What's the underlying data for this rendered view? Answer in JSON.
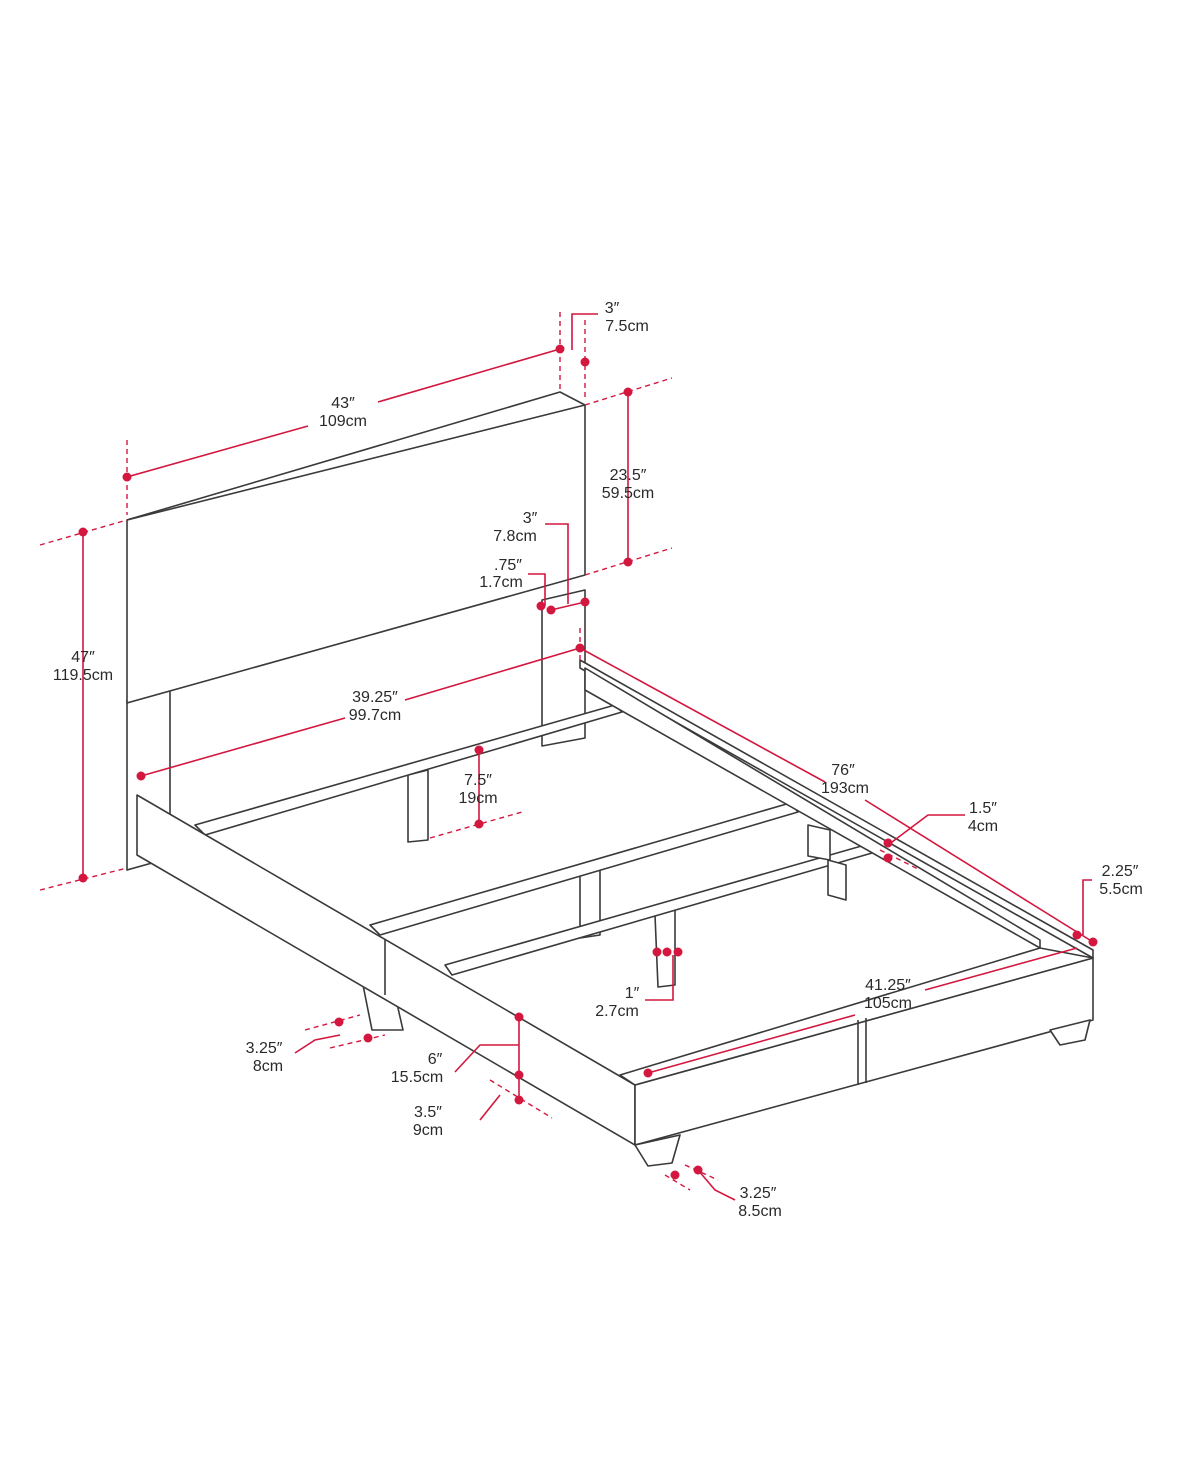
{
  "colors": {
    "dimension": "#d3173f",
    "outline": "#3a3a3a"
  },
  "dimensions": {
    "headboard_width": {
      "in": "43″",
      "cm": "109cm"
    },
    "headboard_depth": {
      "in": "3″",
      "cm": "7.5cm"
    },
    "headboard_panel_height": {
      "in": "23.5″",
      "cm": "59.5cm"
    },
    "post_width": {
      "in": "3″",
      "cm": "7.8cm"
    },
    "post_gap": {
      "in": ".75″",
      "cm": "1.7cm"
    },
    "total_height": {
      "in": "47″",
      "cm": "119.5cm"
    },
    "inner_width": {
      "in": "39.25″",
      "cm": "99.7cm"
    },
    "center_leg_height": {
      "in": "7.5″",
      "cm": "19cm"
    },
    "length": {
      "in": "76″",
      "cm": "193cm"
    },
    "rail_lip": {
      "in": "1.5″",
      "cm": "4cm"
    },
    "rail_thickness": {
      "in": "2.25″",
      "cm": "5.5cm"
    },
    "footboard_width": {
      "in": "41.25″",
      "cm": "105cm"
    },
    "center_leg_width": {
      "in": "1″",
      "cm": "2.7cm"
    },
    "back_leg_width": {
      "in": "3.25″",
      "cm": "8cm"
    },
    "rail_height": {
      "in": "6″",
      "cm": "15.5cm"
    },
    "clearance": {
      "in": "3.5″",
      "cm": "9cm"
    },
    "front_leg_width": {
      "in": "3.25″",
      "cm": "8.5cm"
    }
  }
}
